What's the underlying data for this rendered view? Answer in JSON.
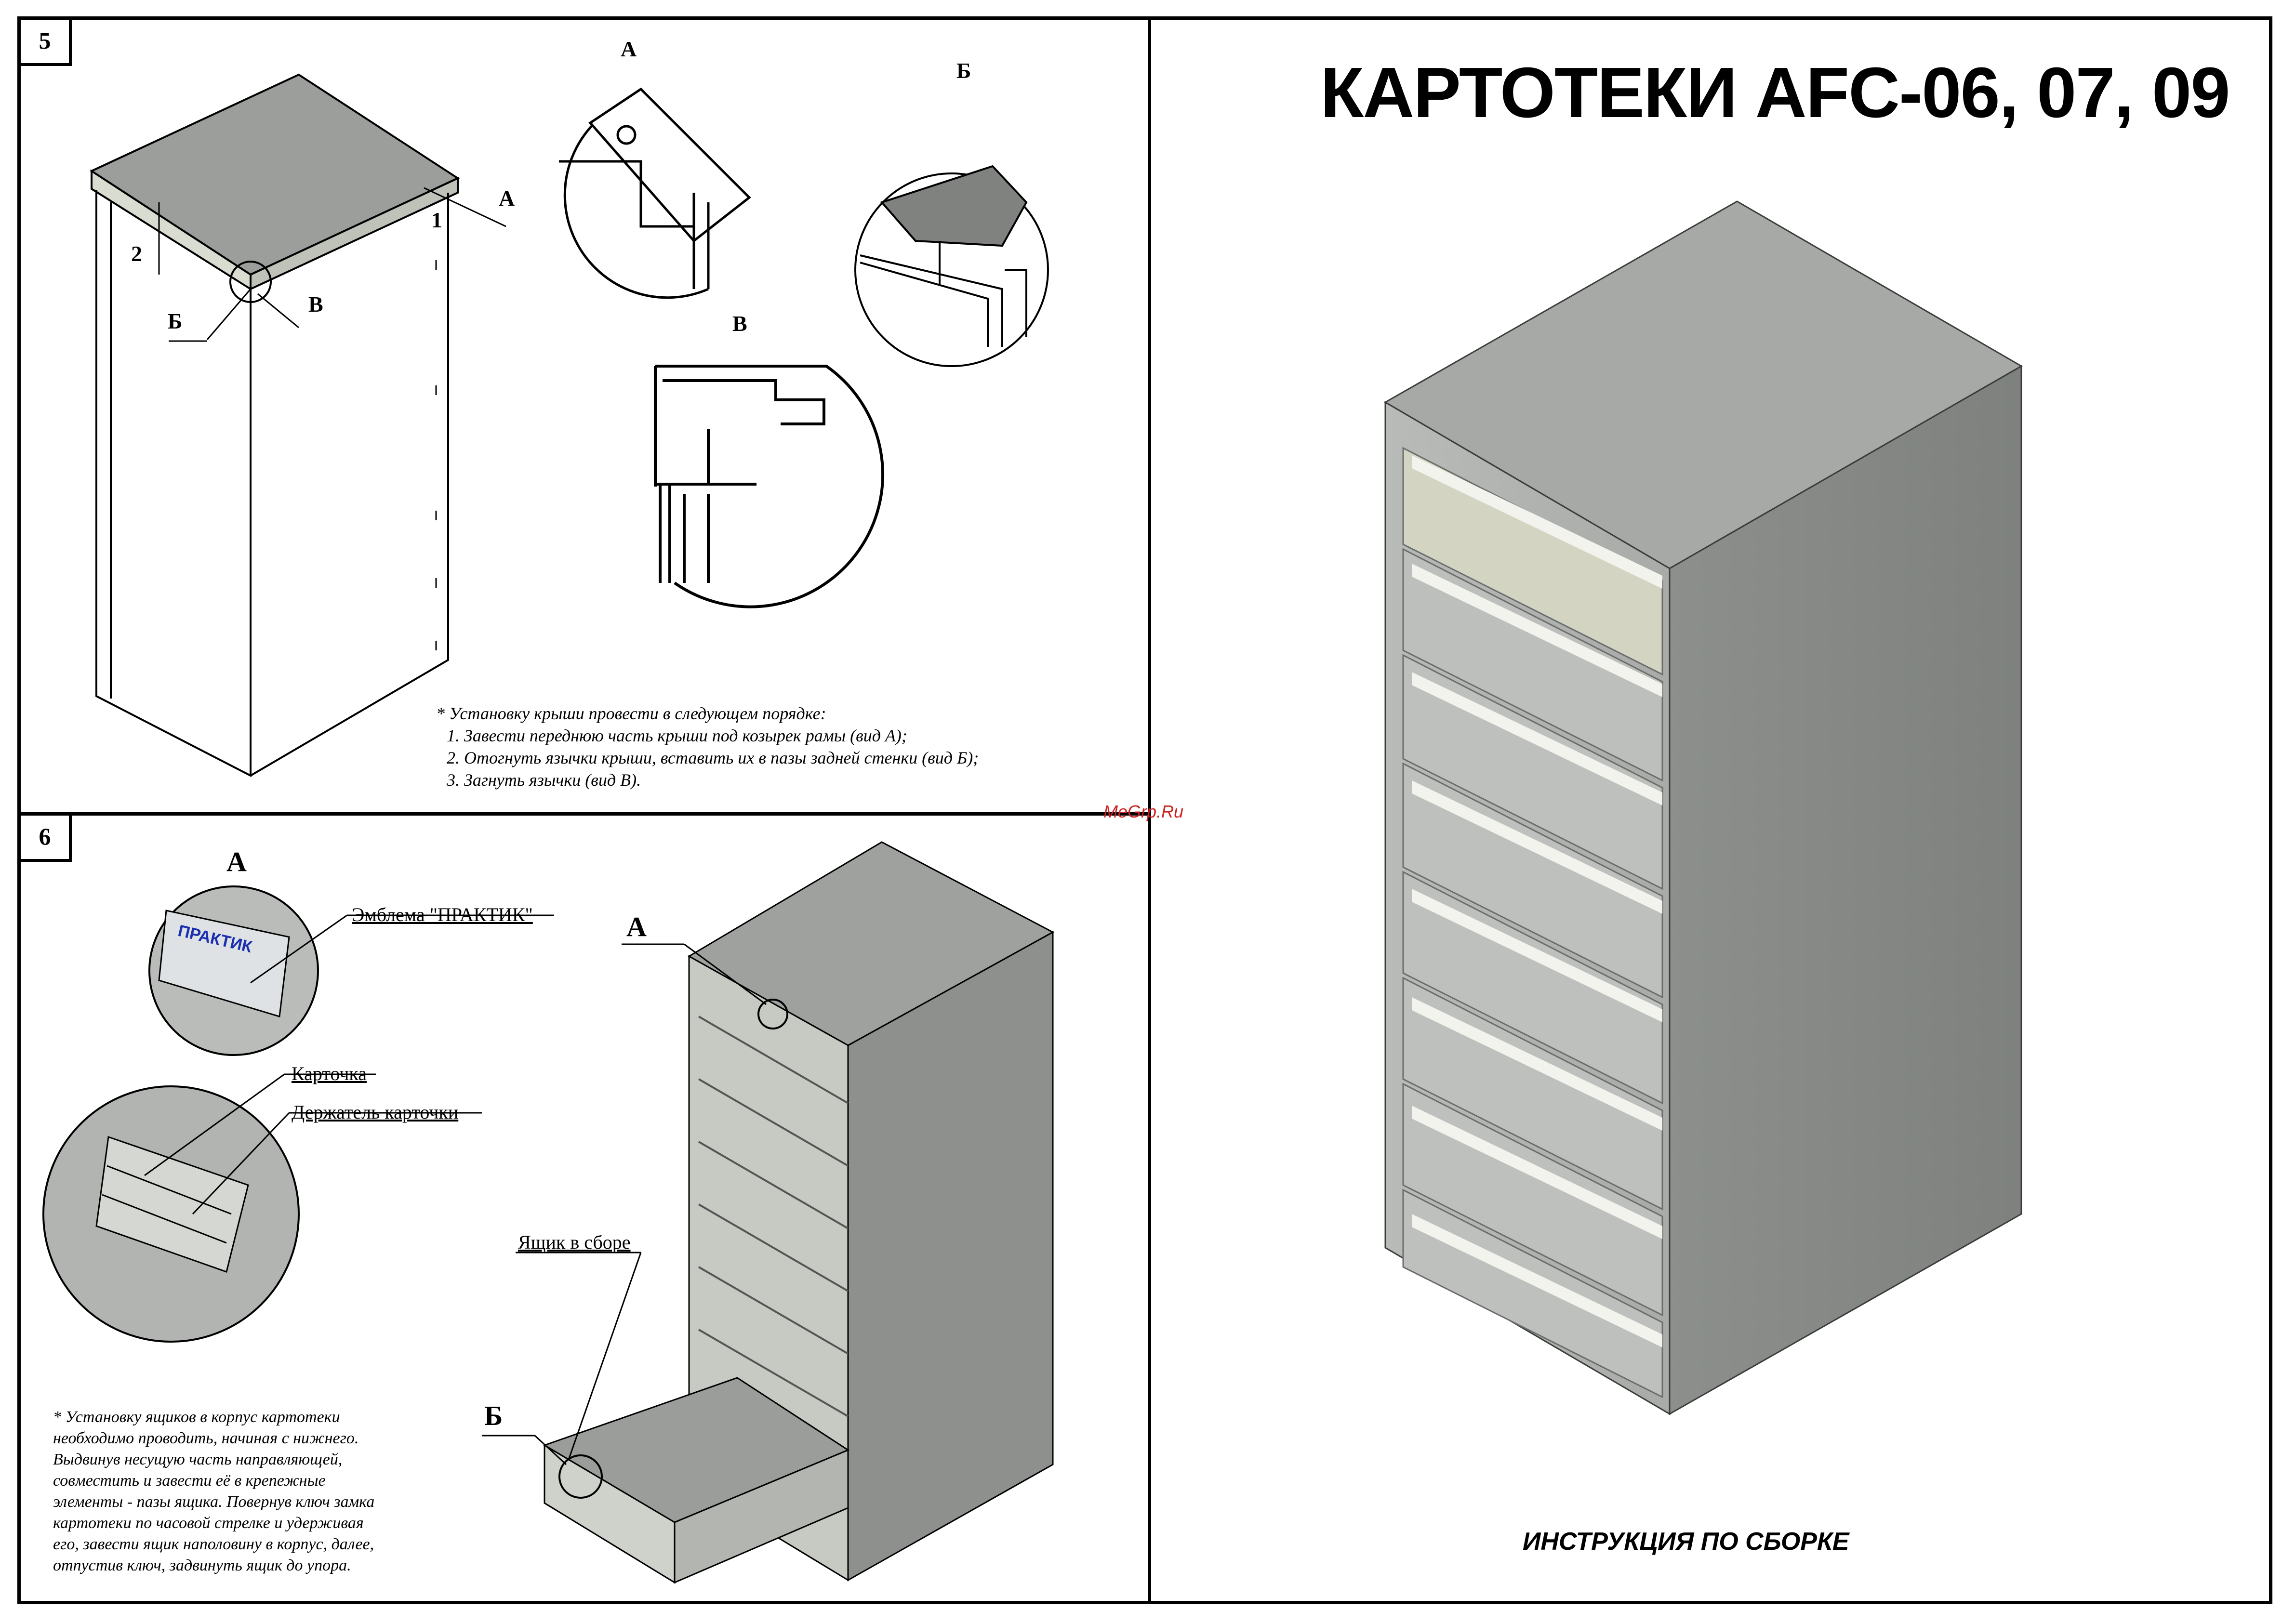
{
  "title": "КАРТОТЕКИ AFC-06, 07, 09",
  "subtitle": "ИНСТРУКЦИЯ ПО СБОРКЕ",
  "watermark": "MeGrp.Ru",
  "step5": {
    "number": "5",
    "labels": {
      "a": "А",
      "b": "Б",
      "v": "В",
      "one": "1",
      "two": "2"
    },
    "detail_titles": {
      "a": "А",
      "b": "Б",
      "v": "В"
    },
    "note_lines": [
      "* Установку крыши провести в следующем порядке:",
      "1. Завести переднюю часть крыши под козырек рамы (вид А);",
      "2. Отогнуть язычки крыши, вставить их в пазы задней стенки (вид Б);",
      "3. Загнуть язычки (вид В)."
    ]
  },
  "step6": {
    "number": "6",
    "labels": {
      "a": "А",
      "b": "Б",
      "detail_a": "А"
    },
    "emblem_text": "ПРАКТИК",
    "callouts": {
      "emblem": "Эмблема \"ПРАКТИК\"",
      "card": "Карточка",
      "card_holder": "Держатель карточки",
      "drawer": "Ящик в сборе"
    },
    "note_lines": [
      "* Установку ящиков в корпус картотеки",
      "необходимо проводить, начиная с нижнего.",
      "Выдвинув несущую часть направляющей,",
      "совместить и завести её в крепежные",
      "элементы - пазы ящика. Повернув ключ замка",
      "картотеки по часовой стрелке и удерживая",
      "его, завести ящик наполовину в корпус, далее,",
      "отпустив ключ, задвинуть ящик до упора."
    ]
  }
}
